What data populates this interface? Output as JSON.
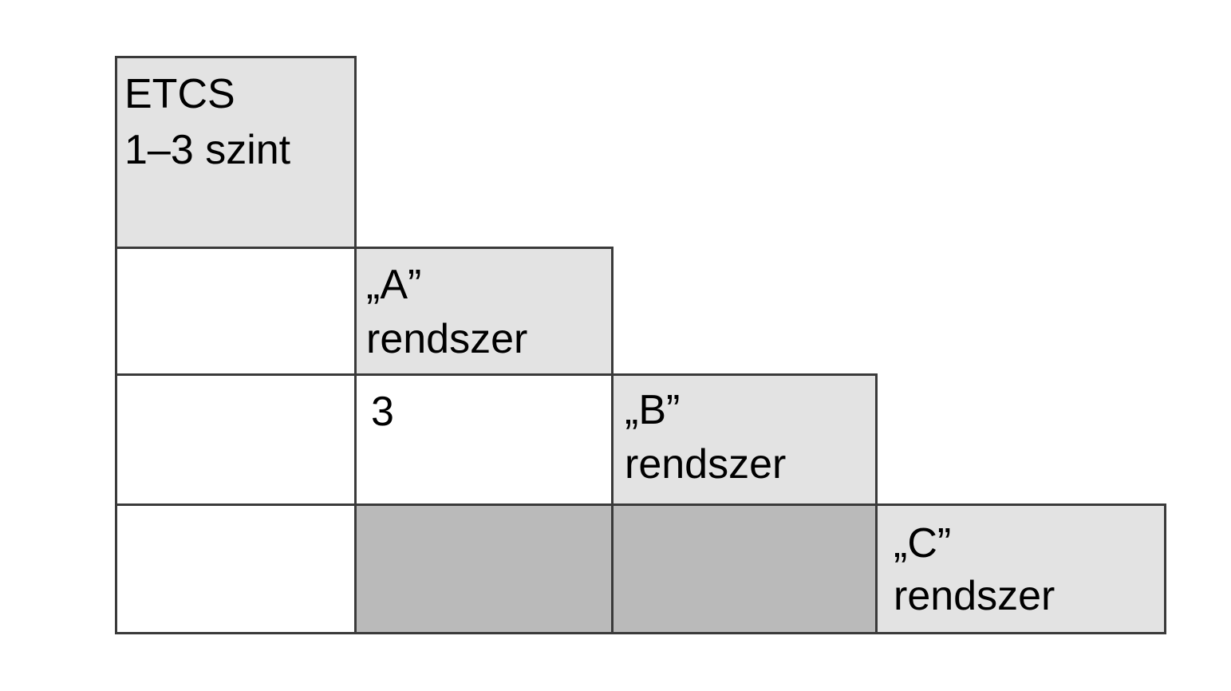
{
  "diagram": {
    "title_cell": {
      "line1": "ETCS",
      "line2": "1–3 szint"
    },
    "system_a": {
      "line1": "„A”",
      "line2": "rendszer"
    },
    "system_b": {
      "line1": "„B”",
      "line2": "rendszer"
    },
    "system_c": {
      "line1": "„C”",
      "line2": "rendszer"
    },
    "row3_col2_value": "3",
    "colors": {
      "header_fill": "#e3e3e3",
      "shaded_fill": "#bababa",
      "empty_fill": "#ffffff",
      "border": "#3a3a3a"
    }
  }
}
